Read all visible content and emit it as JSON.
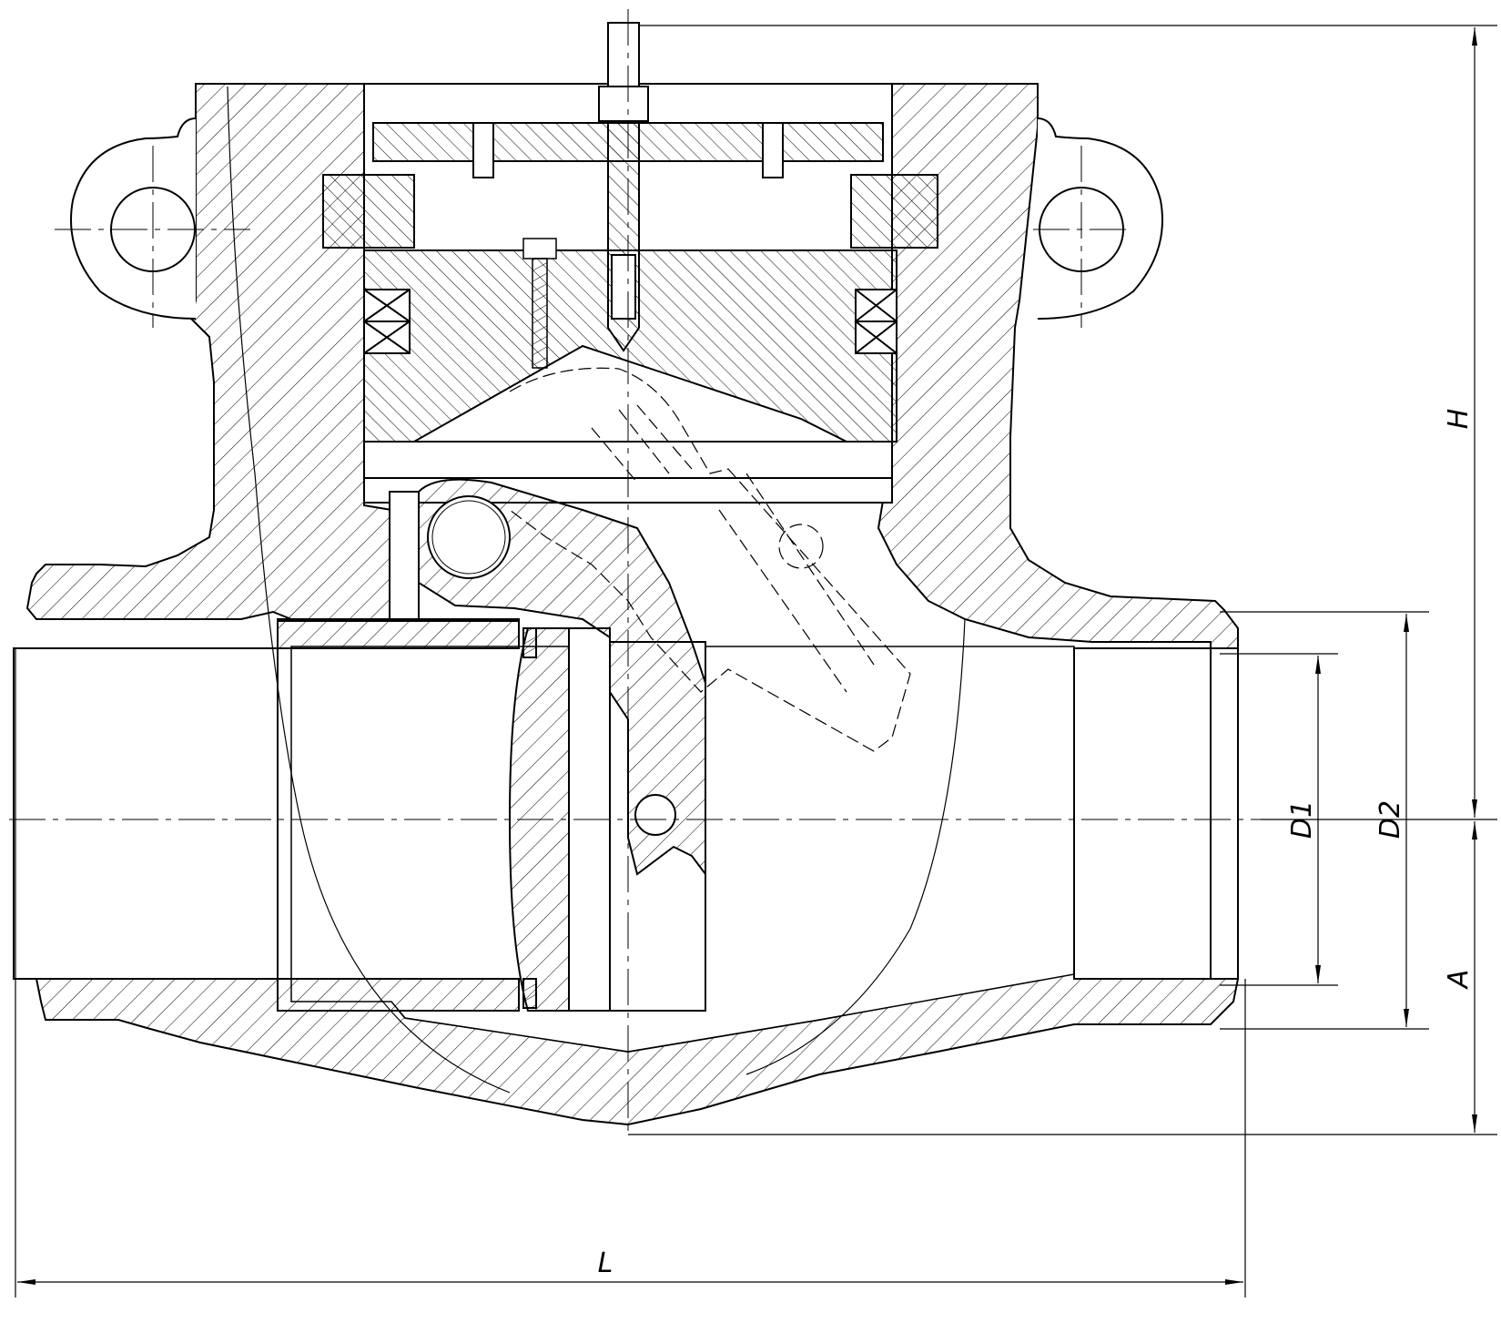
{
  "labels": {
    "H": "H",
    "A": "A",
    "D1": "D1",
    "D2": "D2",
    "L": "L"
  },
  "colors": {
    "line": "#000000",
    "hatch": "#000000",
    "background": "#ffffff"
  }
}
